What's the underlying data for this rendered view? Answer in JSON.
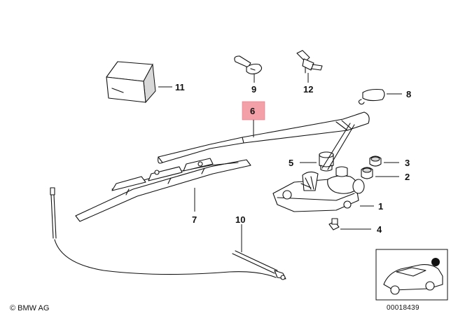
{
  "labels": {
    "p1": "1",
    "p2": "2",
    "p3": "3",
    "p4": "4",
    "p5": "5",
    "p6": "6",
    "p7": "7",
    "p8": "8",
    "p9": "9",
    "p10": "10",
    "p11": "11",
    "p12": "12"
  },
  "footer": {
    "copyright": "© BMW AG",
    "doc_number": "00018439"
  },
  "highlight_color": "#f4a0a8"
}
